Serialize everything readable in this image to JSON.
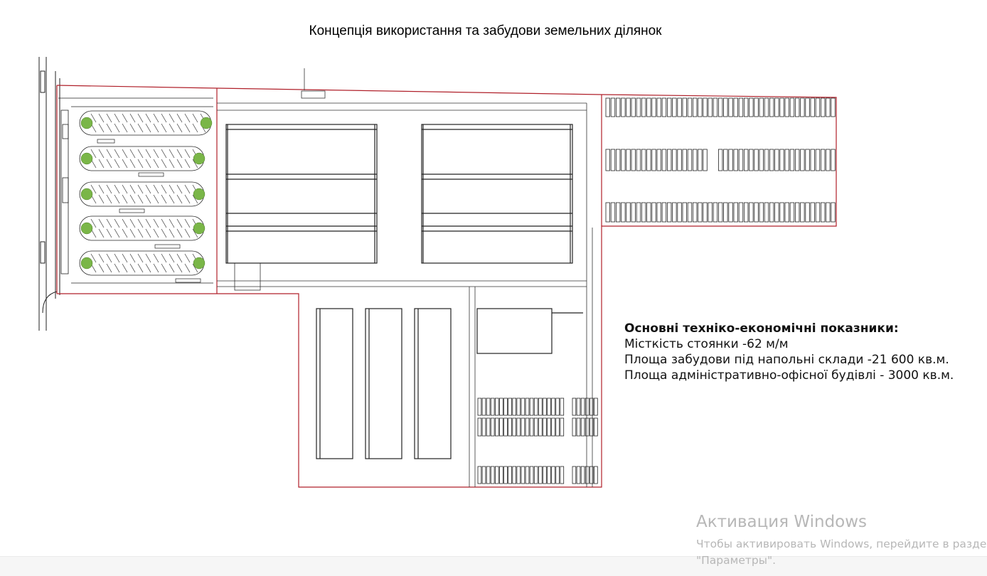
{
  "title": "Концепція використання та забудови земельних ділянок",
  "indicators": {
    "heading": "Основні техніко-економічні показники:",
    "lines": [
      "Місткість стоянки -62 м/м",
      "Площа забудови під напольні склади -21 600 кв.м.",
      "Площа адміністративно-офісної будівлі - 3000 кв.м."
    ]
  },
  "activation": {
    "line1": "Активация Windows",
    "line2": "Чтобы активировать Windows, перейдите в разде",
    "line3": "\"Параметры\"."
  },
  "colors": {
    "boundary": "#b0202a",
    "lines": "#222222",
    "trees": "#7ab648",
    "watermark": "#b7b7b7"
  }
}
